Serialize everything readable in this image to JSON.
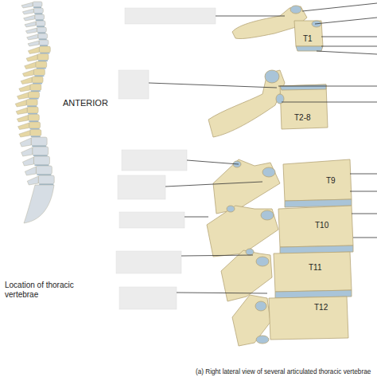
{
  "diagram": {
    "caption": "(a) Right lateral view of several articulated thoracic vertebrae",
    "labels": [
      "ANTERIOR",
      "Location of thoracic vertebrae",
      "T1",
      "T2-8",
      "T9",
      "T10",
      "T11",
      "T12"
    ]
  }
}
